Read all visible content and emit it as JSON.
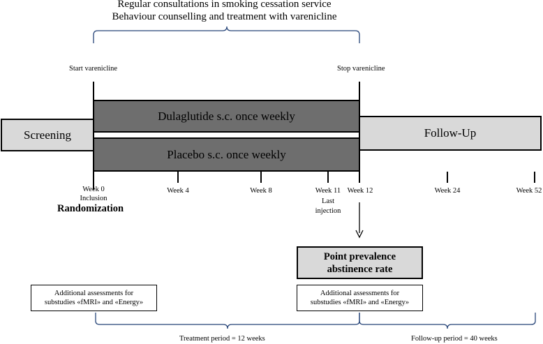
{
  "header": {
    "line1": "Regular consultations in smoking cessation service",
    "line2": "Behaviour counselling and treatment with varenicline"
  },
  "markers": {
    "start": "Start varenicline",
    "stop": "Stop varenicline"
  },
  "phases": {
    "screening": "Screening",
    "dulaglutide": "Dulaglutide s.c. once weekly",
    "placebo": "Placebo s.c. once weekly",
    "followup": "Follow-Up"
  },
  "timeline": {
    "week0": "Week 0",
    "week0_sub": "Inclusion",
    "randomization": "Randomization",
    "week4": "Week 4",
    "week8": "Week 8",
    "week11": "Week 11",
    "week11_sub1": "Last",
    "week11_sub2": "injection",
    "week12": "Week 12",
    "week24": "Week 24",
    "week52": "Week 52"
  },
  "outcome": {
    "line1": "Point prevalence",
    "line2": "abstinence rate"
  },
  "assessments": {
    "left_line1": "Additional assessments for",
    "left_line2": "substudies «fMRI» and «Energy»",
    "right_line1": "Additional assessments for",
    "right_line2": "substudies «fMRI» and «Energy»"
  },
  "periods": {
    "treatment": "Treatment period = 12 weeks",
    "followup": "Follow-up period = 40 weeks"
  }
}
